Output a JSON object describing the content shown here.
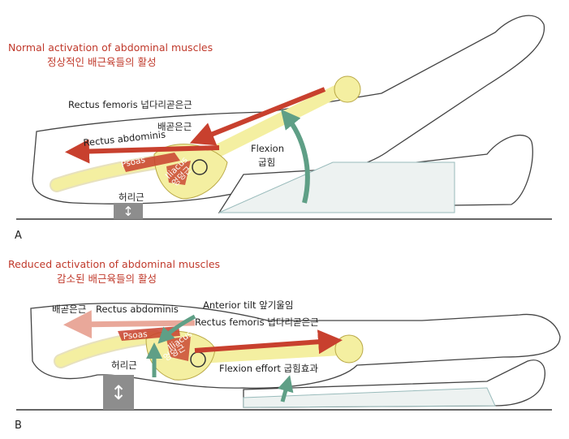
{
  "colors": {
    "muscle_red": "#c8402e",
    "muscle_pink": "#e9a89a",
    "bone": "#f4efa1",
    "bone_stroke": "#b9a845",
    "teal_arrow": "#5f9f86",
    "support_gray": "#8d8d8d",
    "title_red": "#c0392b"
  },
  "panel_a": {
    "letter": "A",
    "title_en": "Normal activation of abdominal muscles",
    "title_ko": "정상적인 배근육들의 활성",
    "rectus_femoris": "Rectus femoris 넙다리곧은근",
    "erector_ko": "배곧은근",
    "rectus_abdominis": "Rectus abdominis",
    "psoas": "Psoas",
    "iliacus": "Iliacus",
    "iliacus_ko": "엉덩근",
    "flexion": "Flexion",
    "flexion_ko": "굽힘",
    "lumbar_ko": "허리근",
    "support_icon": "up-down-arrow-icon"
  },
  "panel_b": {
    "letter": "B",
    "title_en": "Reduced activation of abdominal muscles",
    "title_ko": "감소된 배근육들의 활성",
    "erector_ko": "배곧은근",
    "rectus_abdominis": "Rectus abdominis",
    "anterior_tilt": "Anterior tilt 앞기울임",
    "rectus_femoris": "Rectus femoris 넙다리곧은근",
    "psoas": "Psoas",
    "iliacus": "Iliacus",
    "iliacus_ko": "엉덩근",
    "lumbar_ko": "허리근",
    "flexion_effort": "Flexion effort 굽힘효과",
    "support_icon": "up-down-arrow-icon"
  }
}
